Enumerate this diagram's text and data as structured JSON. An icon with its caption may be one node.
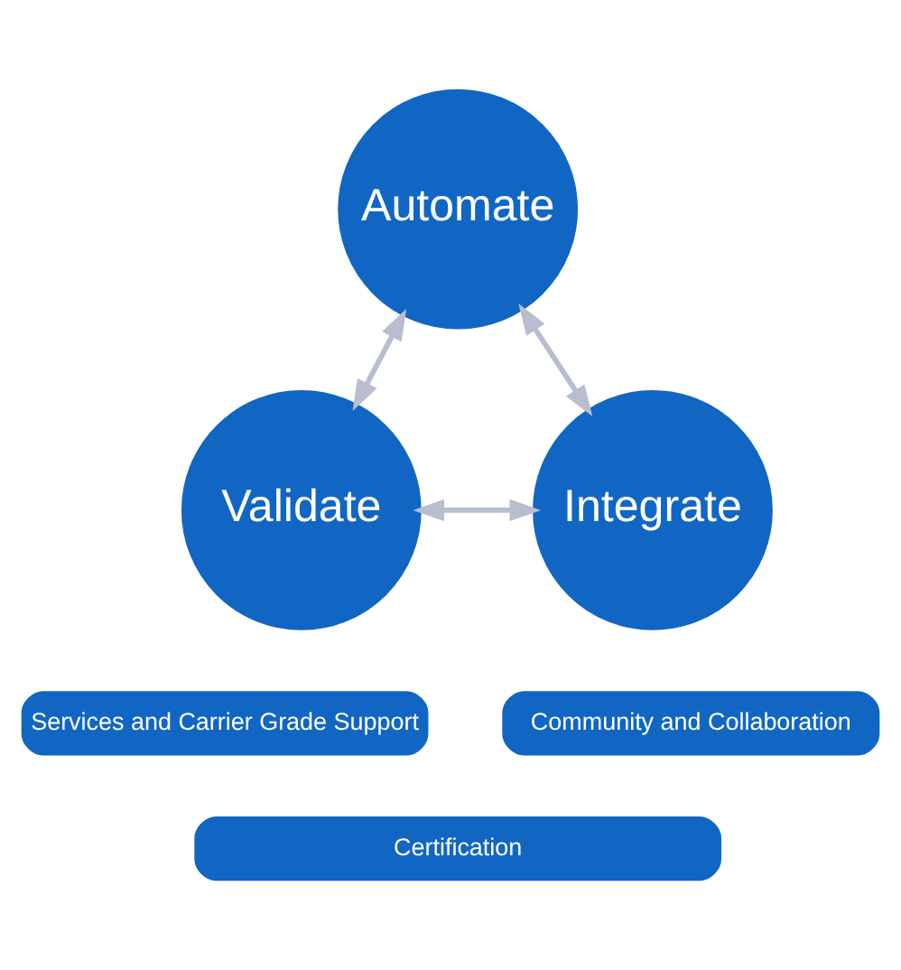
{
  "diagram": {
    "nodes": [
      {
        "text": [
          "Automate"
        ]
      },
      {
        "text": [
          "Validate"
        ]
      },
      {
        "text": [
          "Integrate"
        ]
      },
      {
        "text": [
          "Services and Carrier Grade Support"
        ]
      },
      {
        "text": [
          "Community and Collaboration"
        ]
      },
      {
        "text": [
          "Certification"
        ]
      }
    ],
    "edges": [
      {
        "from": 0,
        "to": 1,
        "arrow": "both"
      },
      {
        "from": 0,
        "to": 2,
        "arrow": "both"
      },
      {
        "from": 1,
        "to": 2,
        "arrow": "both"
      }
    ]
  }
}
